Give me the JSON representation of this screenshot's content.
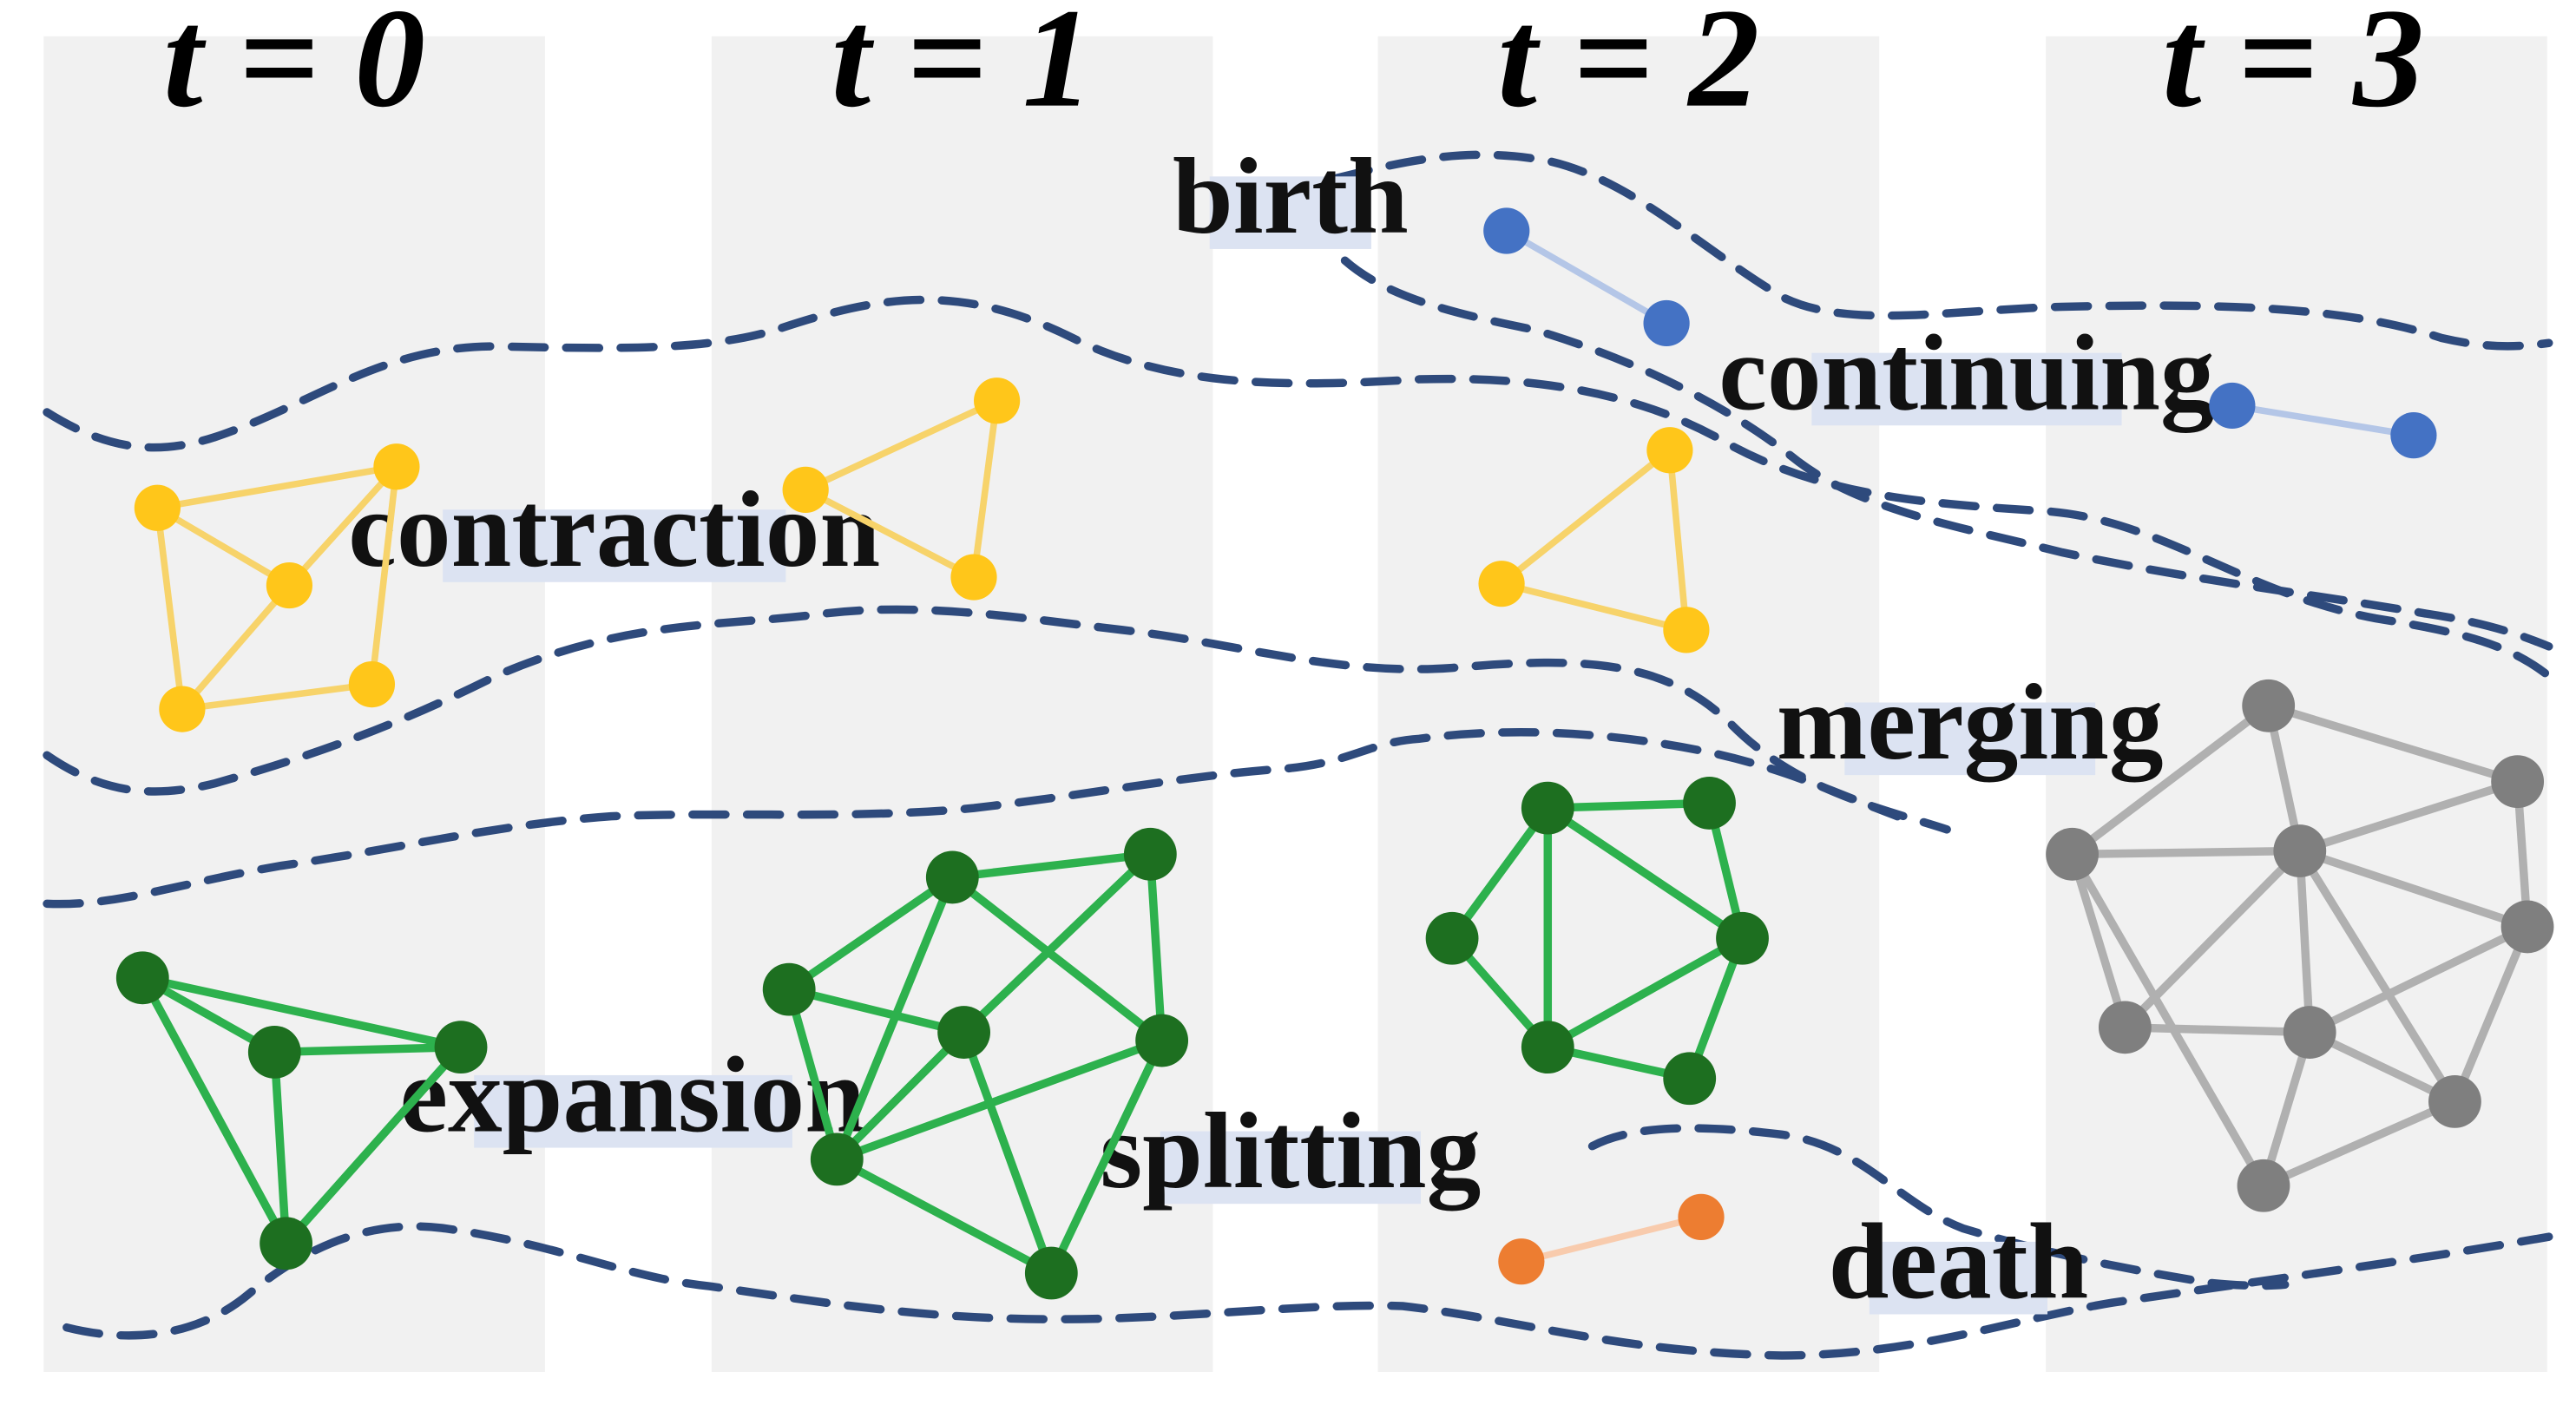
{
  "timesteps": [
    "t = 0",
    "t = 1",
    "t = 2",
    "t = 3"
  ],
  "events": {
    "birth": "birth",
    "continuing": "continuing",
    "contraction": "contraction",
    "merging": "merging",
    "expansion": "expansion",
    "splitting": "splitting",
    "death": "death"
  },
  "colors": {
    "column_bg": "#f1f1f1",
    "yellow": "#ffc61a",
    "yellow_edge": "#f7d36a",
    "blue": "#4472c4",
    "blue_edge": "#b4c6e7",
    "green_node": "#1d6f20",
    "green_edge": "#2db14d",
    "orange": "#ed7d31",
    "orange_edge": "#f8cbad",
    "gray": "#7f7f7f",
    "gray_edge": "#b0b0b0",
    "boundary": "#2e4a7c"
  }
}
